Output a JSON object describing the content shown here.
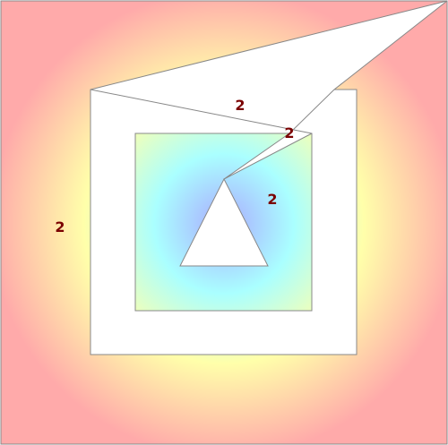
{
  "diagram": {
    "region_labels": [
      "2",
      "2",
      "2",
      "2"
    ],
    "colors": {
      "gradient_center": "#aaaaff",
      "gradient_cyan": "#aaffff",
      "gradient_yellow": "#ffffaa",
      "gradient_outer": "#ffaaaa",
      "hole_fill": "#ffffff",
      "outline": "#888888",
      "label_text": "#7a0000"
    }
  }
}
